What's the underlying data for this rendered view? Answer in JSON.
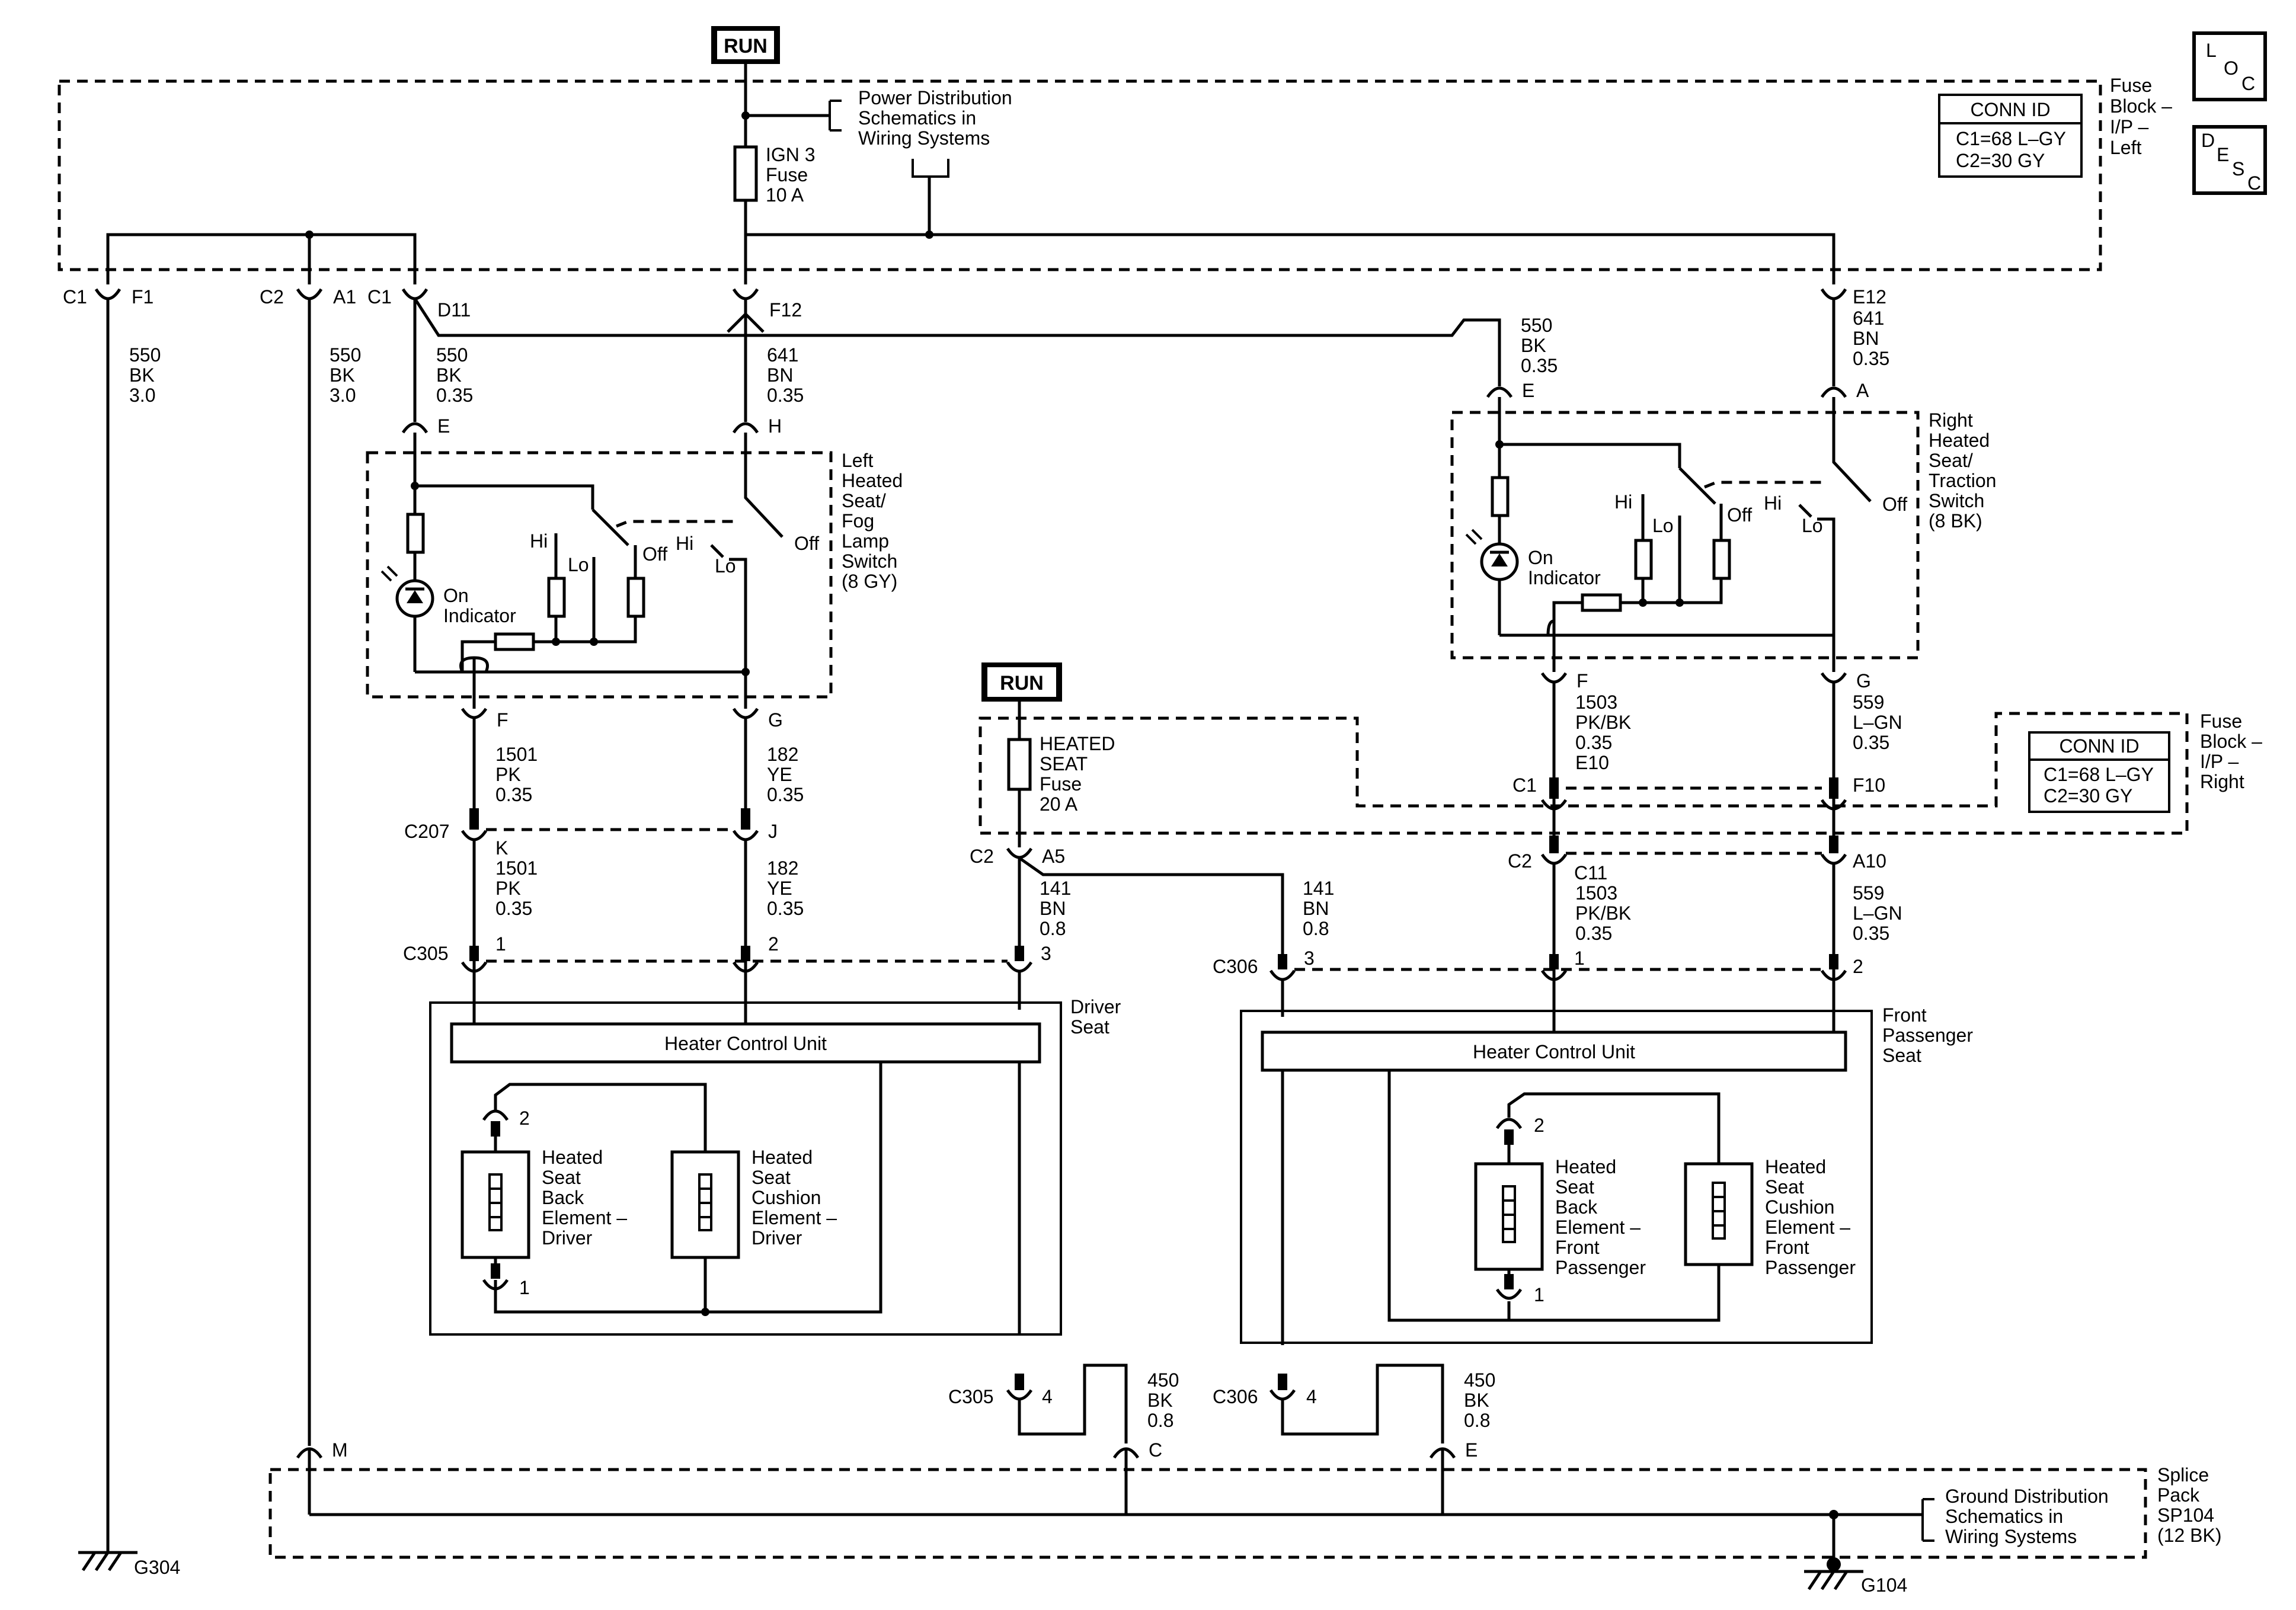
{
  "run_label": "RUN",
  "power_dist_note": [
    "Power Distribution",
    "Schematics in",
    "Wiring Systems"
  ],
  "ground_dist_note": [
    "Ground Distribution",
    "Schematics in",
    "Wiring Systems"
  ],
  "loc_letters": [
    "L",
    "O",
    "C"
  ],
  "desc_letters": [
    "D",
    "E",
    "S",
    "C"
  ],
  "fuse_block_left": {
    "label": [
      "Fuse",
      "Block –",
      "I/P –",
      "Left"
    ],
    "conn_id_title": "CONN ID",
    "conn_id_lines": [
      "C1=68 L–GY",
      "C2=30 GY"
    ],
    "fuse_ign3": [
      "IGN 3",
      "Fuse",
      "10 A"
    ]
  },
  "fuse_block_right": {
    "label": [
      "Fuse",
      "Block –",
      "I/P –",
      "Right"
    ],
    "conn_id_title": "CONN ID",
    "conn_id_lines": [
      "C1=68 L–GY",
      "C2=30 GY"
    ],
    "fuse_heated_seat": [
      "HEATED",
      "SEAT",
      "Fuse",
      "20 A"
    ]
  },
  "connectors": {
    "c1": "C1",
    "c2": "C2",
    "f1": "F1",
    "a1": "A1",
    "d11": "D11",
    "f12": "F12",
    "e12": "E12",
    "e": "E",
    "h": "H",
    "a": "A",
    "f": "F",
    "g": "G",
    "k": "K",
    "j": "J",
    "c207": "C207",
    "c305": "C305",
    "c306": "C306",
    "a5": "A5",
    "a10": "A10",
    "c11": "C11",
    "e10": "E10",
    "f10": "F10",
    "p1": "1",
    "p2": "2",
    "p3": "3",
    "p4": "4",
    "m": "M",
    "c": "C",
    "g304": "G304",
    "g104": "G104"
  },
  "wires": {
    "w550_30": [
      "550",
      "BK",
      "3.0"
    ],
    "w550_035": [
      "550",
      "BK",
      "0.35"
    ],
    "w641_035": [
      "641",
      "BN",
      "0.35"
    ],
    "w1501": [
      "1501",
      "PK",
      "0.35"
    ],
    "w182": [
      "182",
      "YE",
      "0.35"
    ],
    "w1503": [
      "1503",
      "PK/BK",
      "0.35"
    ],
    "w559": [
      "559",
      "L–GN",
      "0.35"
    ],
    "w141": [
      "141",
      "BN",
      "0.8"
    ],
    "w450": [
      "450",
      "BK",
      "0.8"
    ]
  },
  "left_switch": {
    "label": [
      "Left",
      "Heated",
      "Seat/",
      "Fog",
      "Lamp",
      "Switch",
      "(8 GY)"
    ],
    "on_indicator": [
      "On",
      "Indicator"
    ],
    "hi": "Hi",
    "lo": "Lo",
    "off": "Off"
  },
  "right_switch": {
    "label": [
      "Right",
      "Heated",
      "Seat/",
      "Traction",
      "Switch",
      "(8 BK)"
    ],
    "on_indicator": [
      "On",
      "Indicator"
    ],
    "hi": "Hi",
    "lo": "Lo",
    "off": "Off"
  },
  "driver_seat": {
    "label": [
      "Driver",
      "Seat"
    ],
    "hcu": "Heater Control Unit",
    "back_element": [
      "Heated",
      "Seat",
      "Back",
      "Element –",
      "Driver"
    ],
    "cushion_element": [
      "Heated",
      "Seat",
      "Cushion",
      "Element –",
      "Driver"
    ]
  },
  "passenger_seat": {
    "label": [
      "Front",
      "Passenger",
      "Seat"
    ],
    "hcu": "Heater Control Unit",
    "back_element": [
      "Heated",
      "Seat",
      "Back",
      "Element –",
      "Front",
      "Passenger"
    ],
    "cushion_element": [
      "Heated",
      "Seat",
      "Cushion",
      "Element –",
      "Front",
      "Passenger"
    ]
  },
  "splice_pack": {
    "label": [
      "Splice",
      "Pack",
      "SP104",
      "(12 BK)"
    ]
  }
}
